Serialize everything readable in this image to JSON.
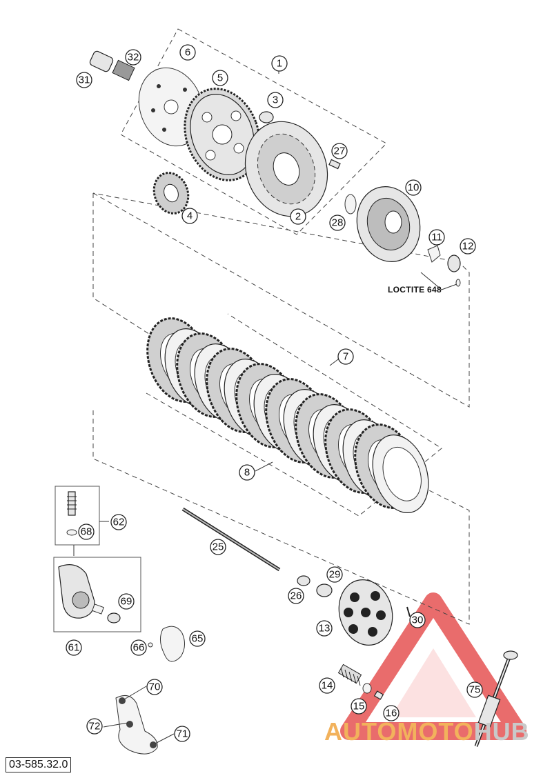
{
  "drawing_code": "03-585.32.0",
  "note": "LOCTITE 648",
  "watermark": {
    "part1": "AUTOMOTO",
    "part2": "HUB",
    "triangle_color": "#e23b3b",
    "text_color_1": "#f2b25c",
    "text_color_2": "#c9c9c9"
  },
  "callouts": {
    "c1": "1",
    "c2": "2",
    "c3": "3",
    "c4": "4",
    "c5": "5",
    "c6": "6",
    "c7": "7",
    "c8": "8",
    "c10": "10",
    "c11": "11",
    "c12": "12",
    "c13": "13",
    "c14": "14",
    "c15": "15",
    "c16": "16",
    "c25": "25",
    "c26": "26",
    "c27": "27",
    "c28": "28",
    "c29": "29",
    "c30": "30",
    "c31": "31",
    "c32": "32",
    "c61": "61",
    "c62": "62",
    "c65": "65",
    "c66": "66",
    "c68": "68",
    "c69": "69",
    "c70": "70",
    "c71": "71",
    "c72": "72",
    "c75": "75"
  }
}
